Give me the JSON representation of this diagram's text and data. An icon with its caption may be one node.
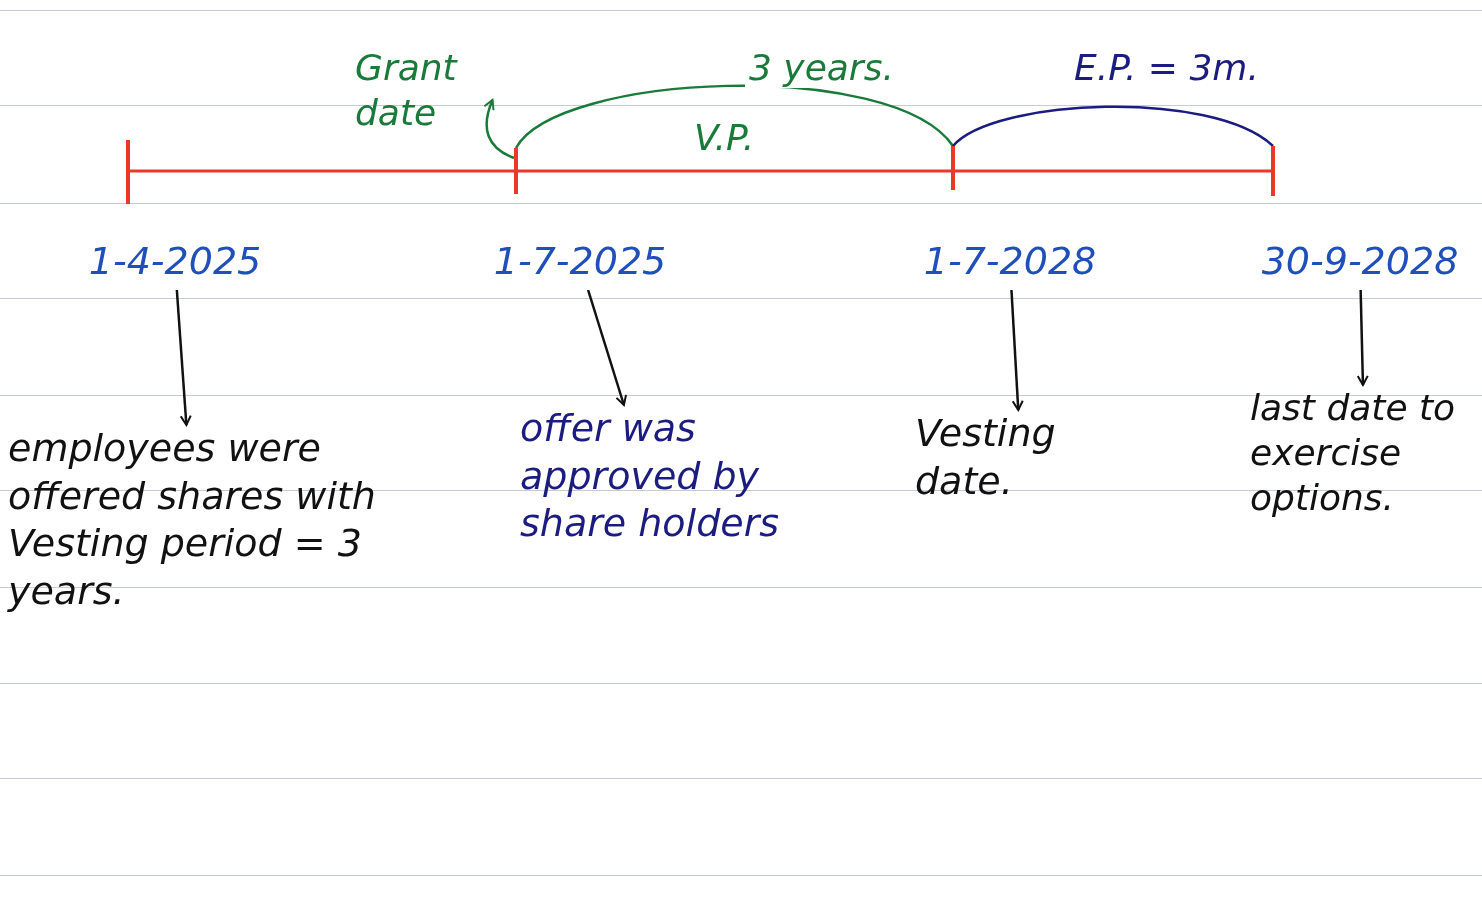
{
  "diagram": {
    "nodes": [
      {
        "text": [
          "1-4-2025"
        ]
      },
      {
        "text": [
          "1-7-2025"
        ]
      },
      {
        "text": [
          "1-7-2028"
        ]
      },
      {
        "text": [
          "30-9-2028"
        ]
      },
      {
        "text": [
          "employees were offered shares with Vesting period = 3 years."
        ]
      },
      {
        "text": [
          "offer was approved by share holders"
        ]
      },
      {
        "text": [
          "Vesting date."
        ]
      },
      {
        "text": [
          "last date to exercise options."
        ]
      },
      {
        "text": [
          "Grant date"
        ]
      },
      {
        "text": [],
        "shape": "bar"
      },
      {
        "text": [],
        "shape": "bar"
      },
      {
        "text": [],
        "shape": "bar"
      },
      {
        "text": [],
        "shape": "bar"
      }
    ],
    "edges": [
      {
        "from": 9,
        "to": 10,
        "arrow": "none",
        "color": "#e8392a"
      },
      {
        "from": 10,
        "to": 11,
        "arrow": "none",
        "color": "#e8392a"
      },
      {
        "from": 11,
        "to": 12,
        "arrow": "none",
        "color": "#e8392a"
      },
      {
        "from": 10,
        "to": 8,
        "arrow": "to",
        "color": "#1a7a3a"
      },
      {
        "from": 10,
        "to": 11,
        "arrow": "none",
        "label": "3 years.",
        "color": "#1a7a3a"
      },
      {
        "from": 11,
        "to": 12,
        "arrow": "none",
        "label": "E.P. = 3m.",
        "color": "#1c1c80"
      },
      {
        "from": 0,
        "to": 4,
        "arrow": "to"
      },
      {
        "from": 1,
        "to": 5,
        "arrow": "to"
      },
      {
        "from": 2,
        "to": 6,
        "arrow": "to"
      },
      {
        "from": 3,
        "to": 7,
        "arrow": "to"
      }
    ],
    "labels": [
      "V.P."
    ]
  }
}
